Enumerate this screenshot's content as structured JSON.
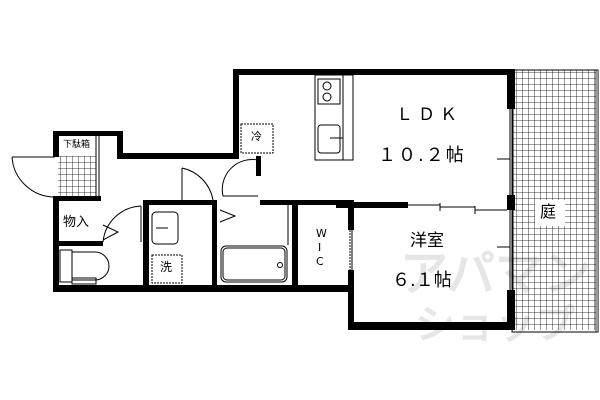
{
  "plan": {
    "rooms": {
      "ldk": {
        "name": "ＬＤＫ",
        "size": "１０.２帖"
      },
      "western_room": {
        "name": "洋室",
        "size": "６.１帖"
      },
      "garden": {
        "name": "庭"
      },
      "walk_in_closet": {
        "name": "W\nI\nC",
        "letters": [
          "W",
          "I",
          "C"
        ]
      },
      "shoe_cabinet": {
        "name": "下駄箱"
      },
      "storage": {
        "name": "物入"
      },
      "washer": {
        "name": "洗"
      },
      "refrigerator": {
        "name": "冷"
      }
    },
    "watermark": {
      "line1": "アパマン",
      "line2": "ショップ"
    },
    "colors": {
      "wall": "#000000",
      "background": "#ffffff",
      "watermark": "#e6e6e6"
    }
  }
}
